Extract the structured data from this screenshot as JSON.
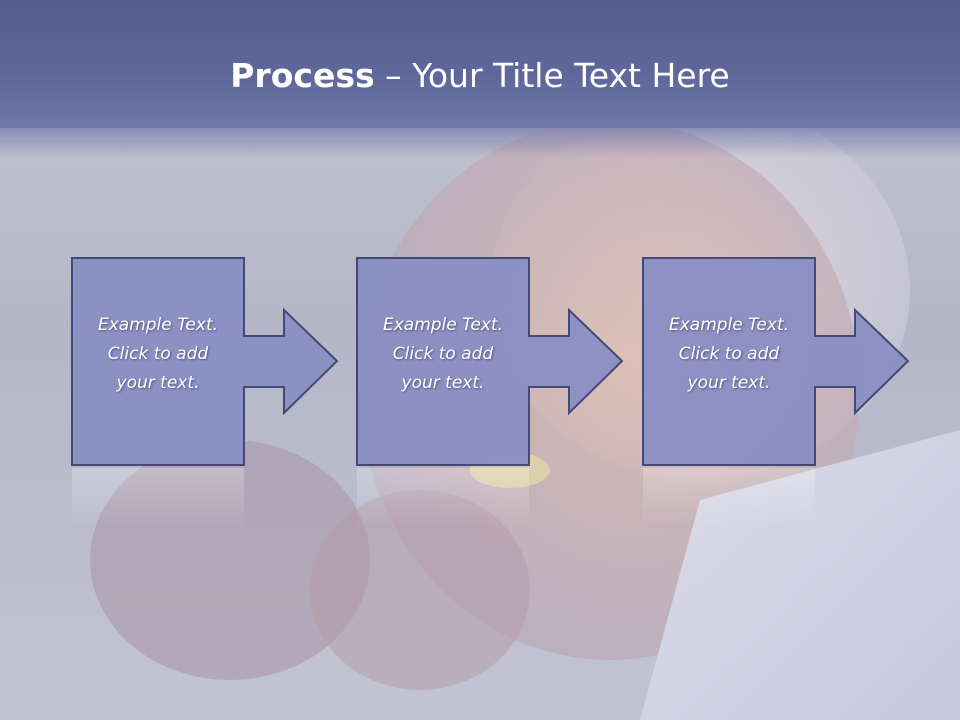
{
  "title": {
    "bold": "Process",
    "rest": " – Your Title Text Here"
  },
  "steps": [
    {
      "line1": "Example Text.",
      "line2": "Click  to add",
      "line3": "your text."
    },
    {
      "line1": "Example Text.",
      "line2": "Click  to add",
      "line3": "your text."
    },
    {
      "line1": "Example Text.",
      "line2": "Click  to add",
      "line3": "your text."
    }
  ],
  "colors": {
    "header": "#5f679b",
    "box_fill": "#8a8fc4",
    "box_stroke": "#3e4470"
  }
}
